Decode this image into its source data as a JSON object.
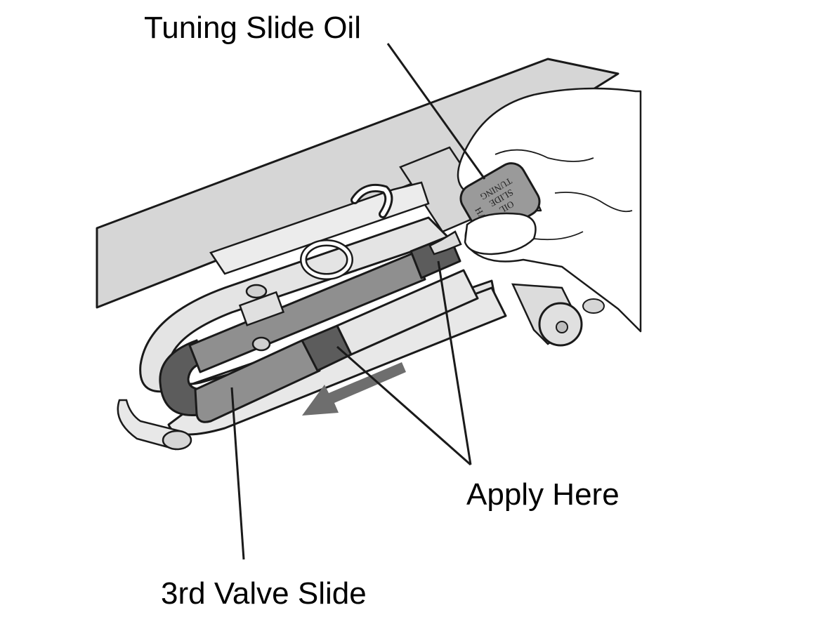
{
  "labels": {
    "tuning_slide_oil": "Tuning Slide Oil",
    "apply_here": "Apply Here",
    "third_valve_slide": "3rd Valve Slide"
  },
  "bottle": {
    "line1": "TUNING",
    "line2": "SLIDE",
    "line3": "OIL",
    "brand_fragment": "HA"
  },
  "colors": {
    "ink": "#1a1a1a",
    "light_gray": "#d6d6d6",
    "mid_gray": "#9a9a9a",
    "dark_gray": "#5c5c5c",
    "arrow_gray": "#6e6e6e",
    "paper": "#ffffff"
  },
  "icons": {
    "direction_arrow": "arrow-left-down-icon"
  }
}
